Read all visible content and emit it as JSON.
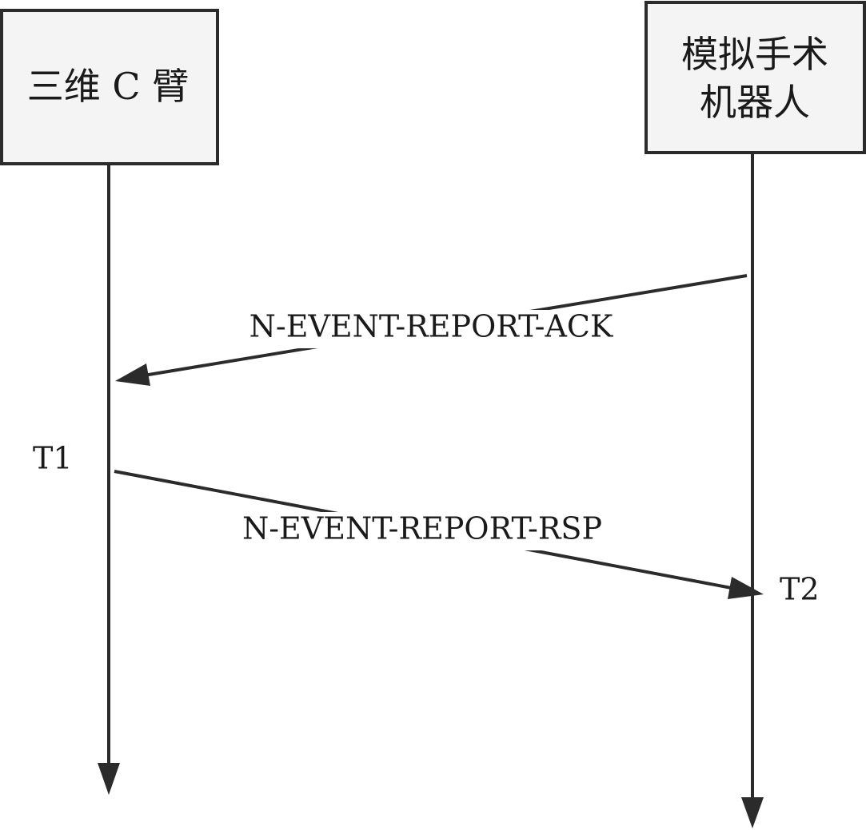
{
  "participants": {
    "left": {
      "lines": [
        "三维 C 臂"
      ]
    },
    "right": {
      "lines": [
        "模拟手术",
        "机器人"
      ]
    }
  },
  "messages": {
    "ack": {
      "label": "N-EVENT-REPORT-ACK"
    },
    "rsp": {
      "label": "N-EVENT-REPORT-RSP"
    }
  },
  "time_markers": {
    "t1": "T1",
    "t2": "T2"
  }
}
